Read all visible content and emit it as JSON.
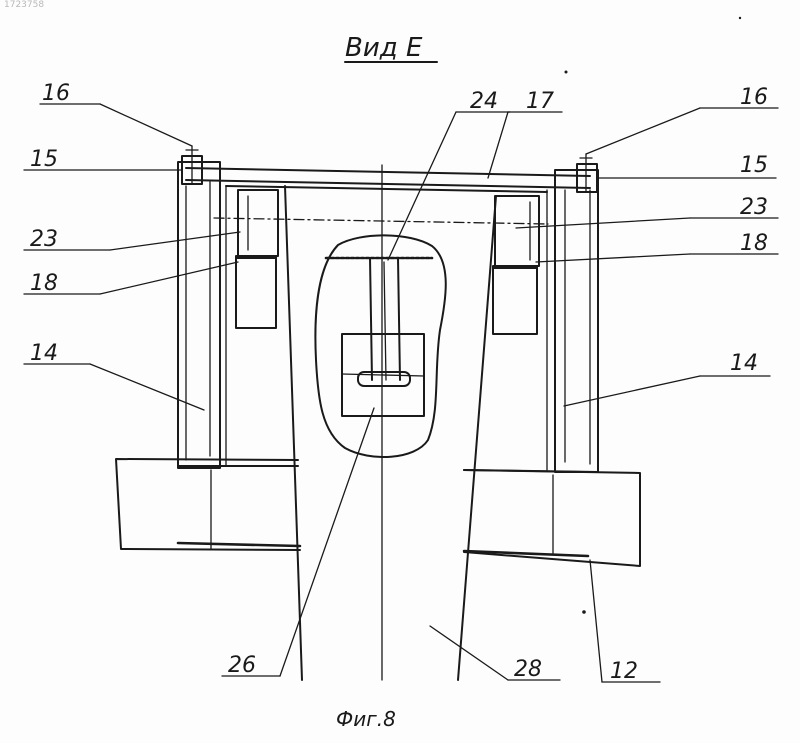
{
  "document": {
    "corner_code": "1723758",
    "view_title": "Вид Е",
    "figure_caption": "Фиг.8"
  },
  "callouts": {
    "c16_left": "16",
    "c15_left": "15",
    "c23_left": "23",
    "c18_left": "18",
    "c14_left": "14",
    "c24": "24",
    "c17": "17",
    "c16_right": "16",
    "c15_right": "15",
    "c23_right": "23",
    "c18_right": "18",
    "c14_right": "14",
    "c26": "26",
    "c28": "28",
    "c12": "12"
  }
}
